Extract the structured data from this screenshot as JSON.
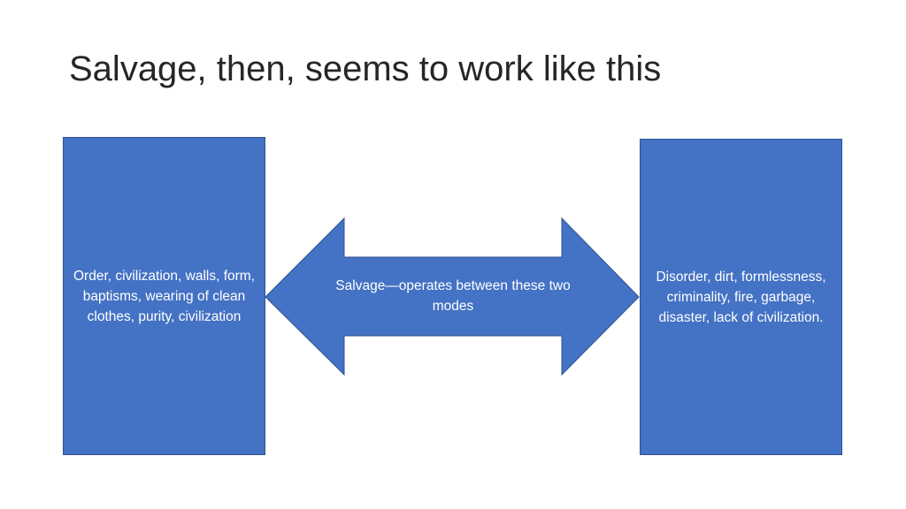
{
  "slide": {
    "title": "Salvage, then, seems to work like this"
  },
  "diagram": {
    "left_box": {
      "text": "Order, civilization, walls, form, baptisms, wearing of clean clothes, purity, civilization"
    },
    "center_arrow": {
      "text": "Salvage—operates between these two modes"
    },
    "right_box": {
      "text": "Disorder, dirt, formlessness, criminality, fire, garbage, disaster, lack of civilization."
    }
  },
  "colors": {
    "shape_fill": "#4472c4",
    "shape_border": "#2f528f",
    "title_text": "#262626",
    "shape_text": "#ffffff",
    "background": "#ffffff"
  }
}
